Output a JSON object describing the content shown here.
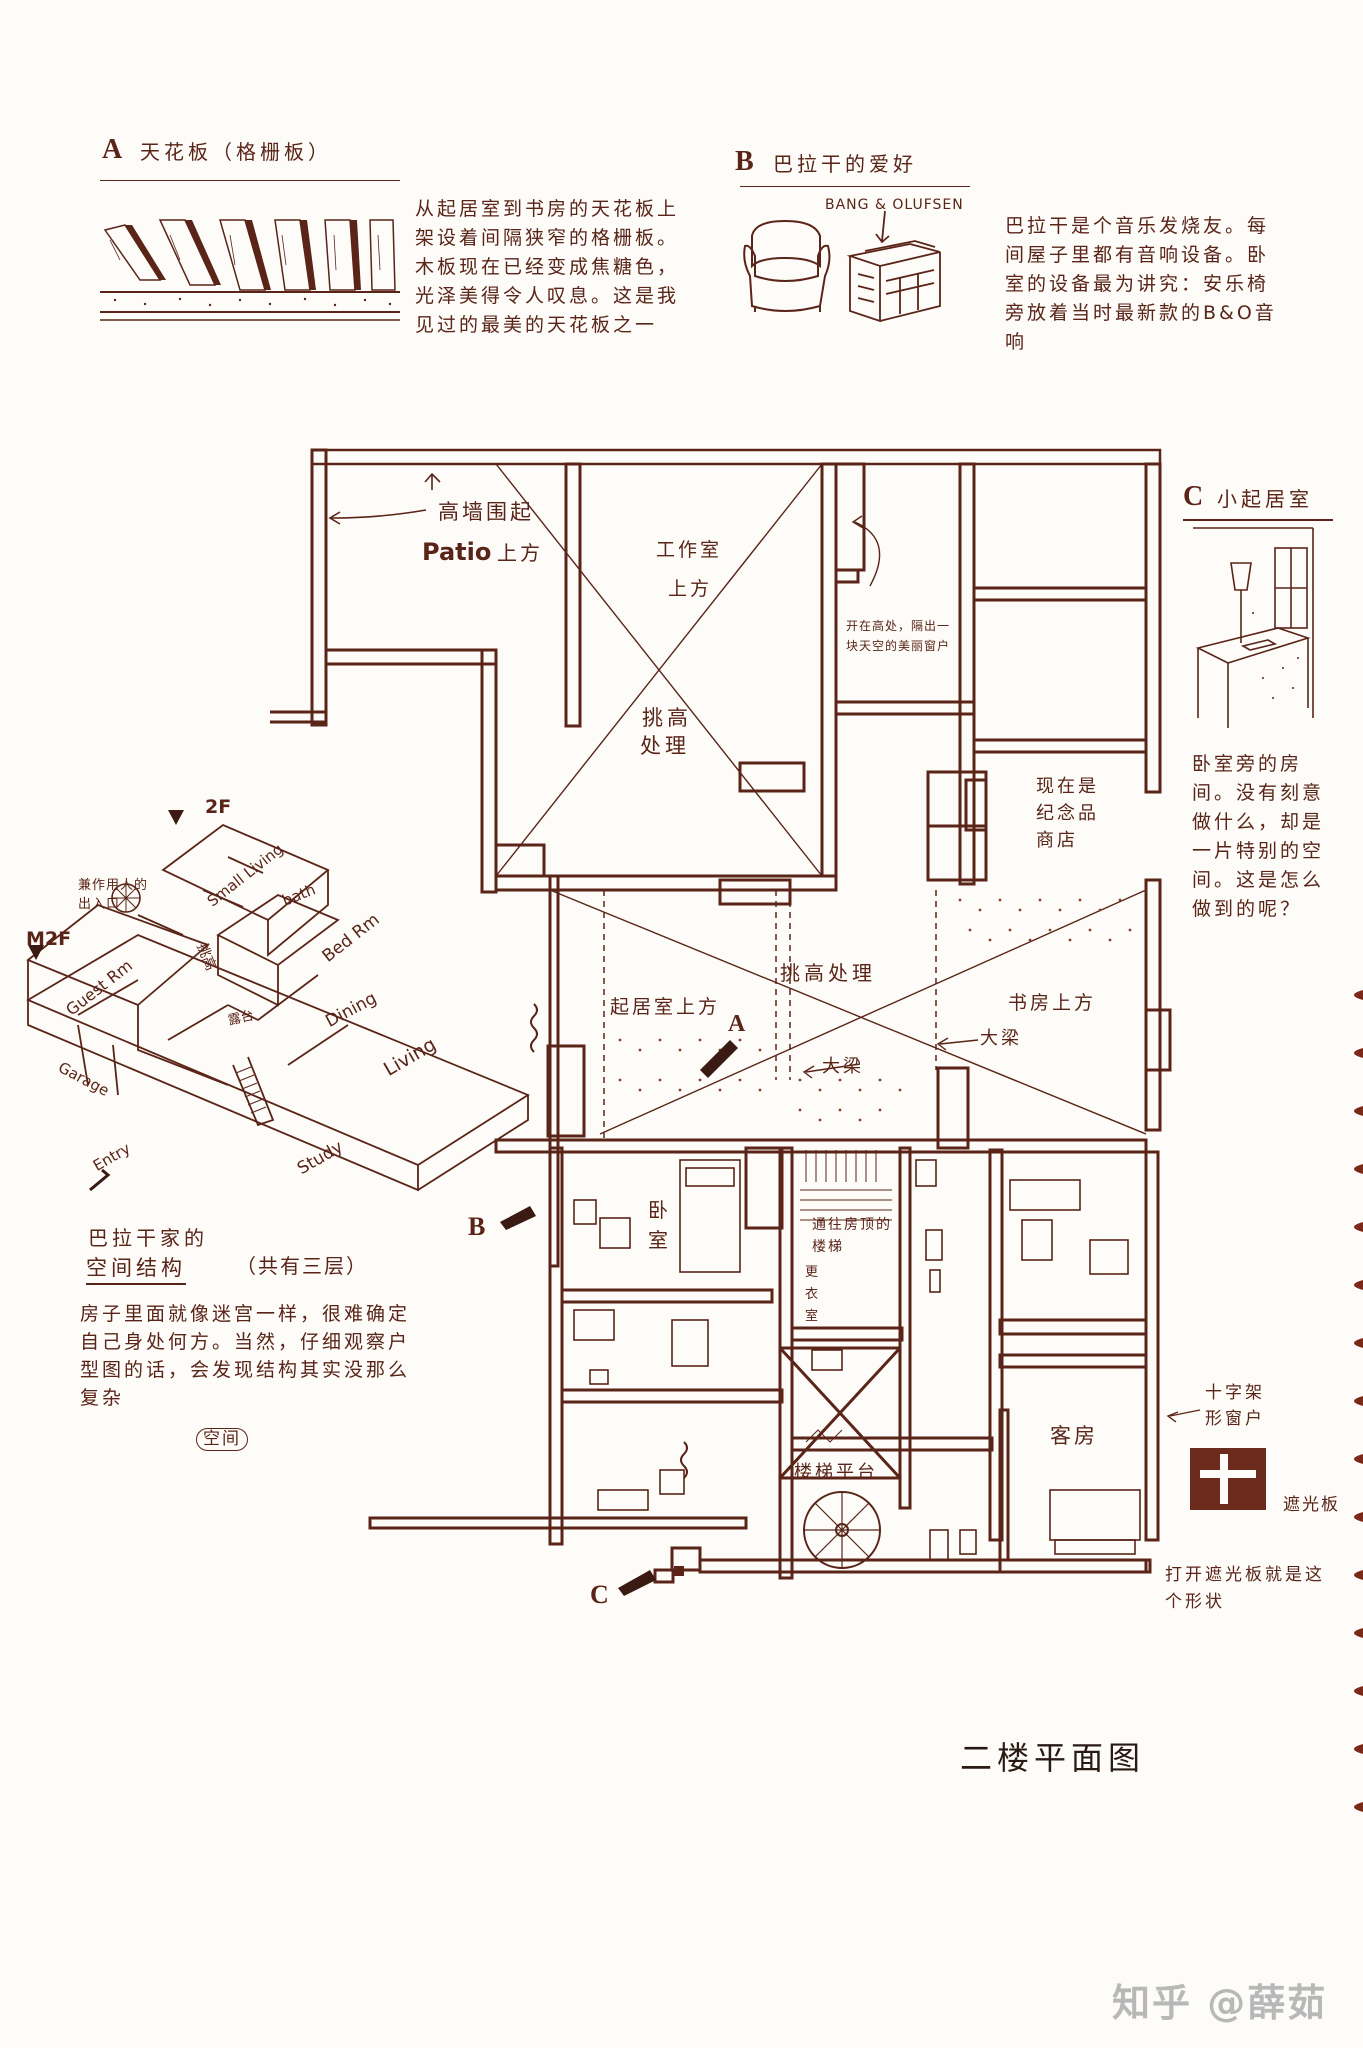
{
  "section_a": {
    "letter": "A",
    "title": "天花板（格栅板）",
    "note": "从起居室到书房的天花板上架设着间隔狭窄的格栅板。木板现在已经变成焦糖色，光泽美得令人叹息。这是我见过的最美的天花板之一"
  },
  "section_b": {
    "letter": "B",
    "title": "巴拉干的爱好",
    "brand": "BANG & OLUFSEN",
    "note": "巴拉干是个音乐发烧友。每间屋子里都有音响设备。卧室的设备最为讲究：安乐椅旁放着当时最新款的B&O音响"
  },
  "section_c": {
    "letter": "C",
    "title": "小起居室",
    "note": "卧室旁的房间。没有刻意做什么，却是一片特别的空间。这是怎么做到的呢？"
  },
  "iso": {
    "label_2f": "2F",
    "label_m2f": "M2F",
    "entrance_note": "兼作用人的出入口",
    "rooms": [
      "Small Living",
      "bath",
      "Bed Rm",
      "Guest Rm",
      "Dining",
      "Living",
      "Garage",
      "Study",
      "挑高"
    ],
    "entry": "Entry",
    "stair_label": "露台"
  },
  "structure": {
    "title_line1": "巴拉干家的",
    "title_line2": "空间结构",
    "aside": "（共有三层）",
    "note": "房子里面就像迷宫一样，很难确定自己身处何方。当然，仔细观察户型图的话，会发现结构其实没那么复杂",
    "circled": "空间"
  },
  "plan": {
    "high_wall": "高墙围起",
    "patio": "Patio",
    "patio_above": "上方",
    "studio_above_1": "工作室",
    "studio_above_2": "上方",
    "double_height_1": "挑高",
    "double_height_2": "处理",
    "high_window_note": "开在高处，隔出一块天空的美丽窗户",
    "gift_shop": "现在是纪念品商店",
    "double_height_main": "挑高处理",
    "living_above": "起居室上方",
    "study_above": "书房上方",
    "beam_1": "大梁",
    "beam_2": "大梁",
    "bedroom": "卧室",
    "stairs_to_roof": "通往房顶的楼梯",
    "closet": "更衣室",
    "landing": "楼梯平台",
    "guest_room": "客房",
    "marker_a": "A",
    "marker_b": "B",
    "marker_c": "C"
  },
  "cross_window": {
    "label": "十字架形窗户",
    "shade": "遮光板",
    "note": "打开遮光板就是这个形状"
  },
  "plan_title": "二楼平面图",
  "watermark": "知乎 @薛茹"
}
